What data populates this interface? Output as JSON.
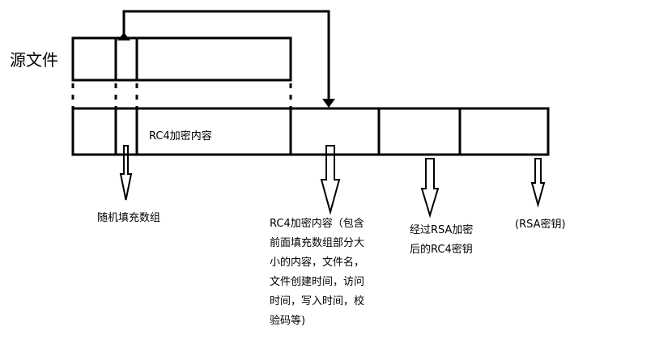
{
  "source_file_label": "源文件",
  "encrypted_box_label": "RC4加密内容",
  "random_padding_label": "随机填充数组",
  "rc4_content_lines": [
    "RC4加密内容（包含",
    "前面填充数组部分大",
    "小的内容，文件名，",
    "文件创建时间，访问",
    "时间，写入时间，校",
    "验码等)"
  ],
  "encrypted_key_lines": [
    "经过RSA加密",
    "后的RC4密钥"
  ],
  "rsa_key_label": "(RSA密钥)",
  "colors": {
    "stroke": "#000000",
    "background": "#ffffff"
  }
}
